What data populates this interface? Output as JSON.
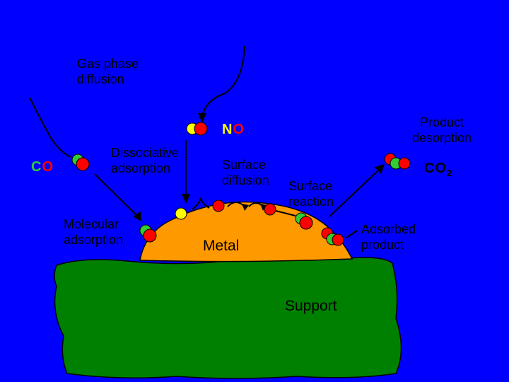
{
  "labels": {
    "gas_phase_diffusion": [
      "Gas phase",
      "diffusion"
    ],
    "dissociative_adsorption": [
      "Dissociative",
      "adsorption"
    ],
    "molecular_adsorption": [
      "Molecular",
      "adsorption"
    ],
    "surface_diffusion": [
      "Surface",
      "diffusion"
    ],
    "surface_reaction": [
      "Surface",
      "reaction"
    ],
    "product_desorption": [
      "Product",
      "desorption"
    ],
    "adsorbed_product": [
      "Adsorbed",
      "product"
    ],
    "metal": "Metal",
    "support": "Support"
  },
  "molecules": {
    "co": {
      "c": "C",
      "o": "O"
    },
    "no": {
      "n": "N",
      "o": "O"
    },
    "co2": {
      "formula": "CO",
      "subscript": "2"
    }
  },
  "colors": {
    "background": "#0000ff",
    "support": "#008000",
    "metal": "#ff9900",
    "oxygen_atom": "#ff0000",
    "carbon_atom": "#33cc33",
    "nitrogen_atom": "#ffff00",
    "outline": "#000000"
  }
}
